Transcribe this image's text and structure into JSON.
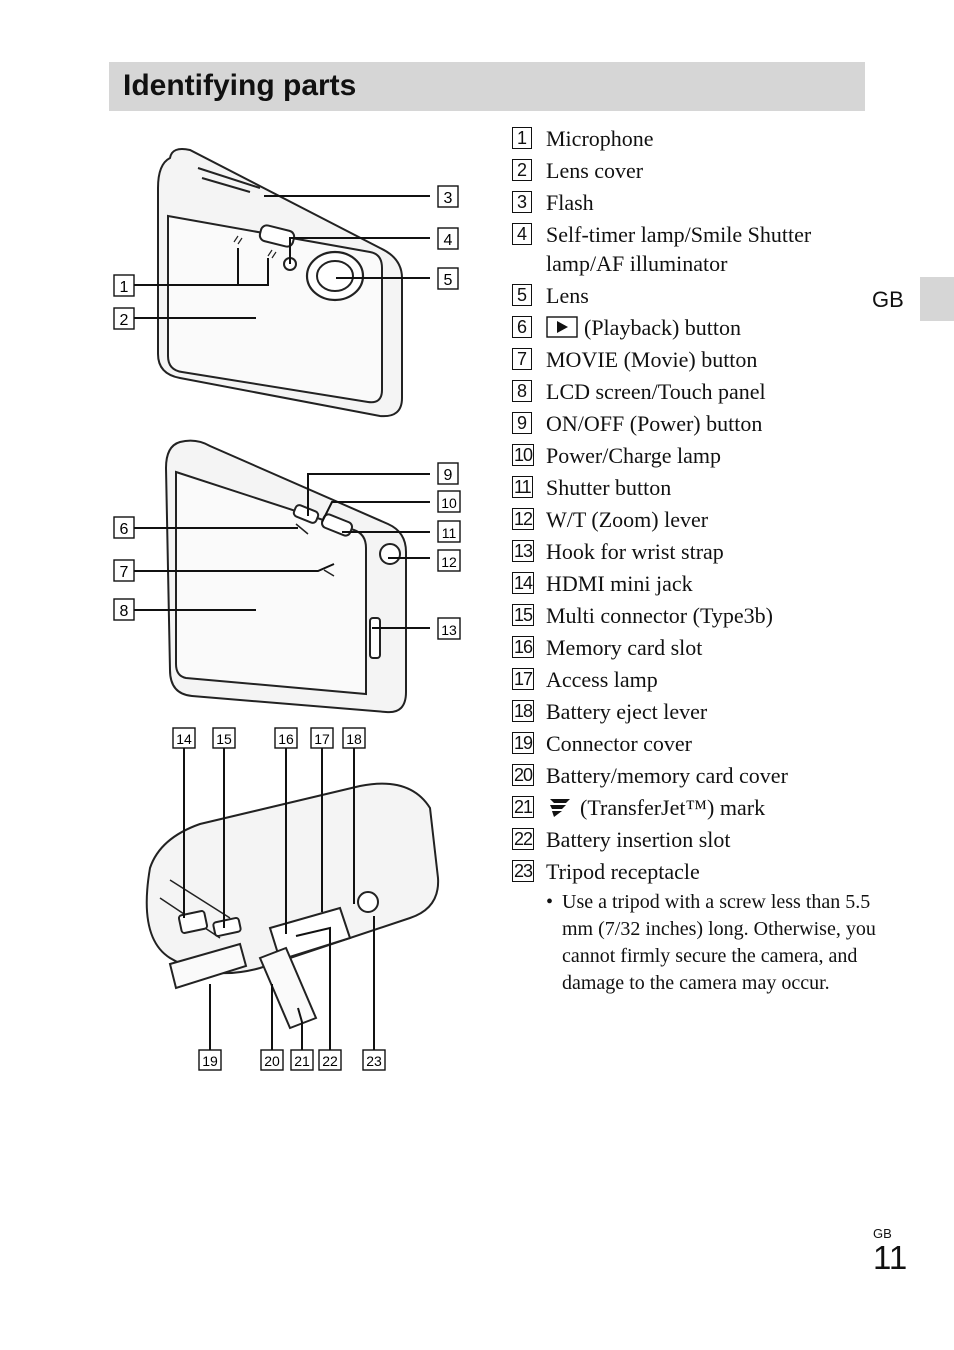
{
  "header": {
    "title": "Identifying parts"
  },
  "side_tab": {
    "label": "GB"
  },
  "footer": {
    "lang": "GB",
    "page_number": "11"
  },
  "parts": [
    {
      "num": "1",
      "label": "Microphone"
    },
    {
      "num": "2",
      "label": "Lens cover"
    },
    {
      "num": "3",
      "label": "Flash"
    },
    {
      "num": "4",
      "label": "Self-timer lamp/Smile Shutter lamp/AF illuminator"
    },
    {
      "num": "5",
      "label": "Lens"
    },
    {
      "num": "6",
      "label": "(Playback) button",
      "icon": "playback-icon"
    },
    {
      "num": "7",
      "label": "MOVIE (Movie) button"
    },
    {
      "num": "8",
      "label": "LCD screen/Touch panel"
    },
    {
      "num": "9",
      "label": "ON/OFF (Power) button"
    },
    {
      "num": "10",
      "label": "Power/Charge lamp"
    },
    {
      "num": "11",
      "label": "Shutter button"
    },
    {
      "num": "12",
      "label": "W/T (Zoom) lever"
    },
    {
      "num": "13",
      "label": "Hook for wrist strap"
    },
    {
      "num": "14",
      "label": "HDMI mini jack"
    },
    {
      "num": "15",
      "label": "Multi connector (Type3b)"
    },
    {
      "num": "16",
      "label": "Memory card slot"
    },
    {
      "num": "17",
      "label": "Access lamp"
    },
    {
      "num": "18",
      "label": "Battery eject lever"
    },
    {
      "num": "19",
      "label": "Connector cover"
    },
    {
      "num": "20",
      "label": "Battery/memory card cover"
    },
    {
      "num": "21",
      "label": "(TransferJet™) mark",
      "icon": "transferjet-icon"
    },
    {
      "num": "22",
      "label": "Battery insertion slot"
    },
    {
      "num": "23",
      "label": "Tripod receptacle"
    }
  ],
  "note": {
    "bullet": "•",
    "text": "Use a tripod with a screw less than 5.5 mm (7/32 inches) long. Otherwise, you cannot firmly secure the camera, and damage to the camera may occur."
  },
  "diagram": {
    "callouts": [
      "1",
      "2",
      "3",
      "4",
      "5",
      "6",
      "7",
      "8",
      "9",
      "10",
      "11",
      "12",
      "13",
      "14",
      "15",
      "16",
      "17",
      "18",
      "19",
      "20",
      "21",
      "22",
      "23"
    ]
  }
}
